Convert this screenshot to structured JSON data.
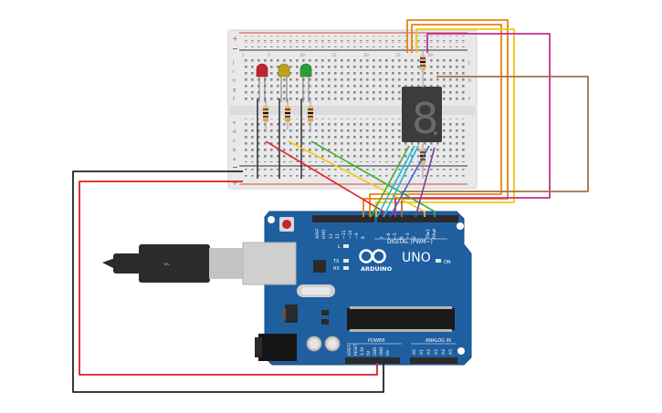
{
  "board": {
    "brand_text": "ARDUINO",
    "model_text": "UNO",
    "digital_label": "DIGITAL (PWM~)",
    "power_label": "POWER",
    "analog_label": "ANALOG IN",
    "on_label": "ON",
    "l_label": "L",
    "tx_label": "TX",
    "rx_label": "RX",
    "aref_label": "AREF",
    "gnd_label": "GND",
    "digital_pins": [
      "13",
      "12",
      "~11",
      "~10",
      "~9",
      "8",
      "7",
      "~6",
      "~5",
      "4",
      "~3",
      "2",
      "TX▸1",
      "RX◂0"
    ],
    "power_pins": [
      "IOREF",
      "RESET",
      "3.3V",
      "5V",
      "GND",
      "GND",
      "Vin"
    ],
    "analog_pins": [
      "A0",
      "A1",
      "A2",
      "A3",
      "A4",
      "A5"
    ]
  },
  "breadboard": {
    "row_letters_top": [
      "j",
      "i",
      "h",
      "g",
      "f"
    ],
    "row_letters_bottom": [
      "e",
      "d",
      "c",
      "b",
      "a"
    ],
    "column_numbers": [
      "1",
      "5",
      "10",
      "15",
      "20",
      "25",
      "30"
    ],
    "plus_sign": "+",
    "minus_sign": "−"
  },
  "leds": [
    {
      "name": "red",
      "color": "#c0262c"
    },
    {
      "name": "yellow",
      "color": "#b8a31a"
    },
    {
      "name": "green",
      "color": "#2e9c3a"
    }
  ],
  "display": {
    "digit": "8"
  },
  "colors": {
    "board_blue": "#1f5fa0",
    "board_dark": "#174a80",
    "wire_red": "#e01b24",
    "wire_black": "#222222",
    "wire_orange": "#e8820e",
    "wire_yellow": "#f2c811",
    "wire_magenta": "#c62d8f",
    "wire_brown": "#a0704a",
    "wire_green": "#3fae3a",
    "wire_cyan": "#22b5d8",
    "wire_blue": "#3b69c9",
    "wire_purple": "#7b3fa8"
  }
}
